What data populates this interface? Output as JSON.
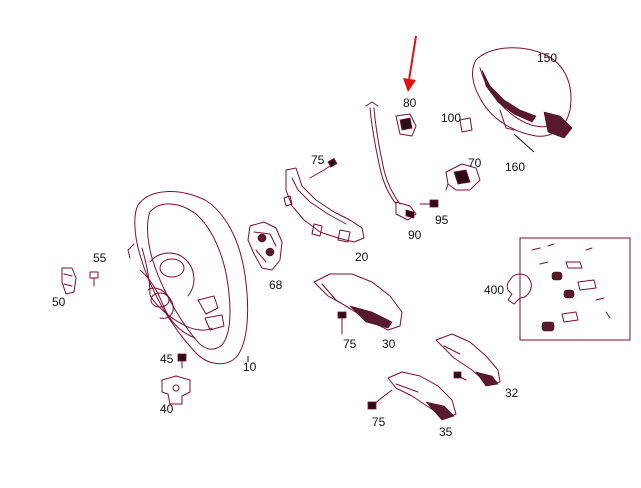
{
  "diagram": {
    "part_numbers": {
      "p10": "10",
      "p20": "20",
      "p30": "30",
      "p32": "32",
      "p35": "35",
      "p40": "40",
      "p45": "45",
      "p50": "50",
      "p55": "55",
      "p68": "68",
      "p70": "70",
      "p75a": "75",
      "p75b": "75",
      "p75c": "75",
      "p80": "80",
      "p90": "90",
      "p95": "95",
      "p100": "100",
      "p150": "150",
      "p160": "160",
      "p400": "400"
    },
    "highlight_color": "#e01010",
    "line_color": "#7a1030"
  }
}
